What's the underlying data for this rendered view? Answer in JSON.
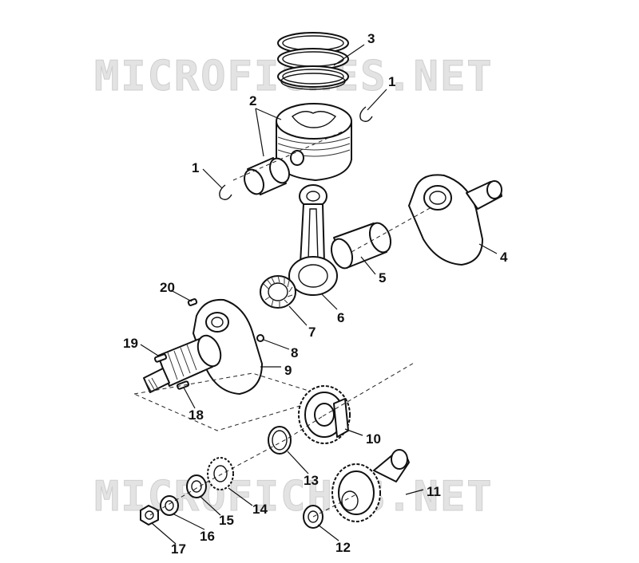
{
  "watermark": {
    "top_text": "MICROFICHES.NET",
    "bottom_text": "MICROFICHES.NET"
  },
  "callouts": {
    "c1a": "1",
    "c1b": "1",
    "c2": "2",
    "c3": "3",
    "c4": "4",
    "c5": "5",
    "c6": "6",
    "c7": "7",
    "c8": "8",
    "c9": "9",
    "c10": "10",
    "c11": "11",
    "c12": "12",
    "c13": "13",
    "c14": "14",
    "c15": "15",
    "c16": "16",
    "c17": "17",
    "c18": "18",
    "c19": "19",
    "c20": "20"
  }
}
